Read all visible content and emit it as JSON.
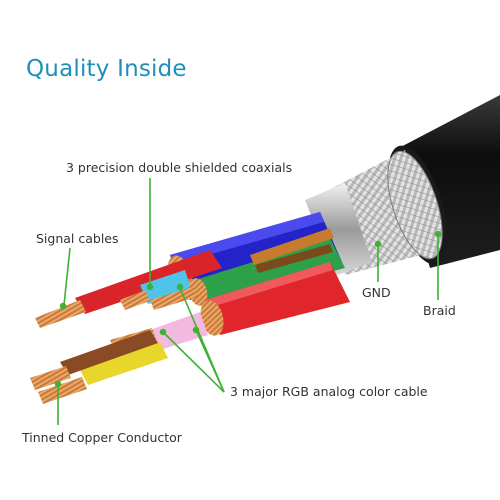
{
  "title": "Quality Inside",
  "colors": {
    "title": "#1f8fb8",
    "leader": "#3db233",
    "text": "#333333",
    "jacket": "#111111",
    "braid": "#c9c9c9",
    "copper": "#d9823f"
  },
  "labels": {
    "coaxials": "3 precision double shielded coaxials",
    "signal_cables": "Signal cables",
    "gnd": "GND",
    "braid": "Braid",
    "rgb": "3 major RGB analog color cable",
    "conductor": "Tinned Copper Conductor"
  },
  "wires": [
    "red",
    "blue",
    "cyan",
    "green",
    "red",
    "pink",
    "yellow",
    "brown"
  ]
}
